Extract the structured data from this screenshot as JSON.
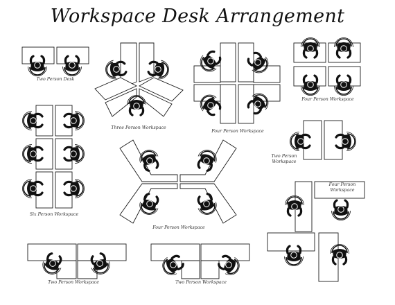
{
  "title": "Workspace Desk Arrangement",
  "labels": {
    "two_person_desk": "Two Person Desk",
    "three_person": "Three Person Workspace",
    "four_person_cross": "Four Person Workspace",
    "four_person_grid": "Four Person Workspace",
    "six_person": "Six Person Workspace",
    "two_person_right": "Two Person Workspace",
    "four_person_center": "Four Person Workspace",
    "four_person_pinwheel": "Four Person Workspace",
    "two_person_bottom_left": "Two Person Workspace",
    "two_person_bottom_mid": "Two Person Workspace"
  },
  "icons": {
    "person": "person-top-view-icon",
    "desk": "desk-icon"
  },
  "colors": {
    "line": "#1a1a1a",
    "fill": "#ffffff"
  }
}
